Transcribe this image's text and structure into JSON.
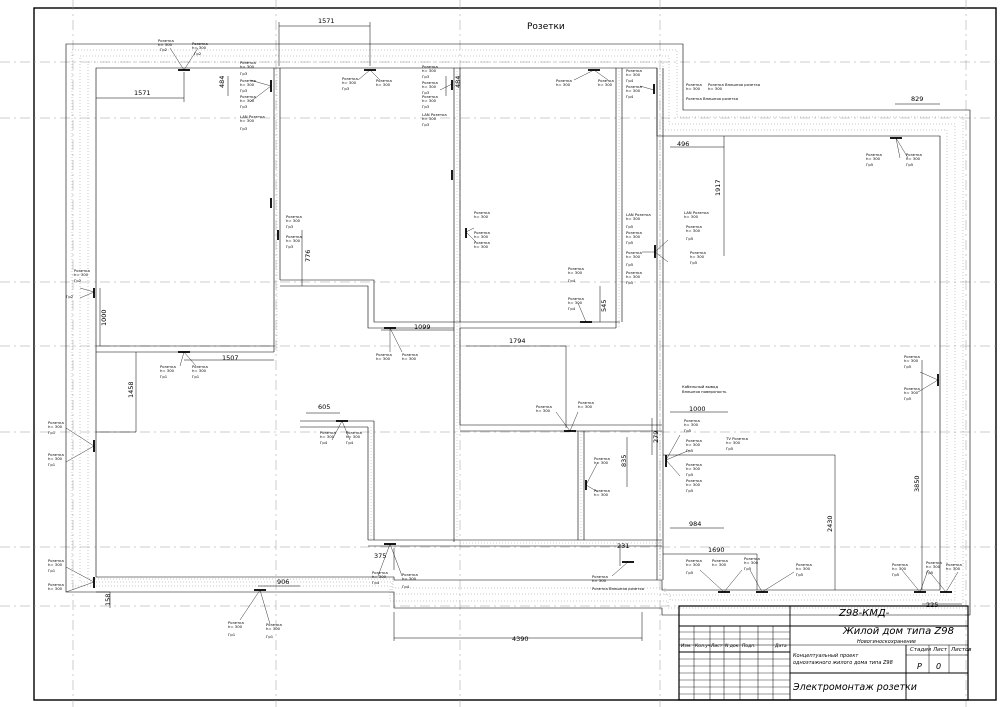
{
  "sheet_title": "Розетки",
  "dimensions": [
    {
      "id": "d-top",
      "text": "1571"
    },
    {
      "id": "d-1571b",
      "text": "1571"
    },
    {
      "id": "d-484a",
      "text": "484"
    },
    {
      "id": "d-484b",
      "text": "484"
    },
    {
      "id": "d-829",
      "text": "829"
    },
    {
      "id": "d-496",
      "text": "496"
    },
    {
      "id": "d-1917",
      "text": "1917"
    },
    {
      "id": "d-776",
      "text": "776"
    },
    {
      "id": "d-1000a",
      "text": "1000"
    },
    {
      "id": "d-1099",
      "text": "1099"
    },
    {
      "id": "d-1507",
      "text": "1507"
    },
    {
      "id": "d-1458",
      "text": "1458"
    },
    {
      "id": "d-545",
      "text": "545"
    },
    {
      "id": "d-1794",
      "text": "1794"
    },
    {
      "id": "d-605",
      "text": "605"
    },
    {
      "id": "d-1000b",
      "text": "1000"
    },
    {
      "id": "d-279",
      "text": "279"
    },
    {
      "id": "d-835",
      "text": "835"
    },
    {
      "id": "d-3850",
      "text": "3850"
    },
    {
      "id": "d-984",
      "text": "984"
    },
    {
      "id": "d-1690",
      "text": "1690"
    },
    {
      "id": "d-2430",
      "text": "2430"
    },
    {
      "id": "d-375",
      "text": "375"
    },
    {
      "id": "d-231",
      "text": "231"
    },
    {
      "id": "d-906",
      "text": "906"
    },
    {
      "id": "d-158",
      "text": "158"
    },
    {
      "id": "d-4390",
      "text": "4390"
    },
    {
      "id": "d-225",
      "text": "225"
    }
  ],
  "socket_labels": {
    "socket": "Розетка",
    "height": "h= 300",
    "group_1": "Гр1",
    "group_2": "Гр2",
    "group_3": "Гр3",
    "group_4": "Гр4",
    "group_5": "Гр5",
    "lan": "LAN Розетка",
    "outlet_outdoor": "Розетка Внешняя розетка",
    "tv": "TV Розетка",
    "cable_out": "Кабельный вывод",
    "cable_out_sub": "Внешняя поверхность"
  },
  "stamp": {
    "code": "Z98-КМД-",
    "project": "Жилой дом типа Z98",
    "place": "Новогиноскохранение",
    "col_headers": [
      "Изм.",
      "Кол.уч.",
      "Лист",
      "N док.",
      "Подп.",
      "Дата"
    ],
    "description": "Концептуальный проект одноэтажного жилого дома типа Z98",
    "stage_h": "Стадия",
    "sheet_h": "Лист",
    "sheets_h": "Листов",
    "stage": "Р",
    "sheet": "0",
    "sheets": "",
    "title": "Электромонтаж розетки"
  }
}
